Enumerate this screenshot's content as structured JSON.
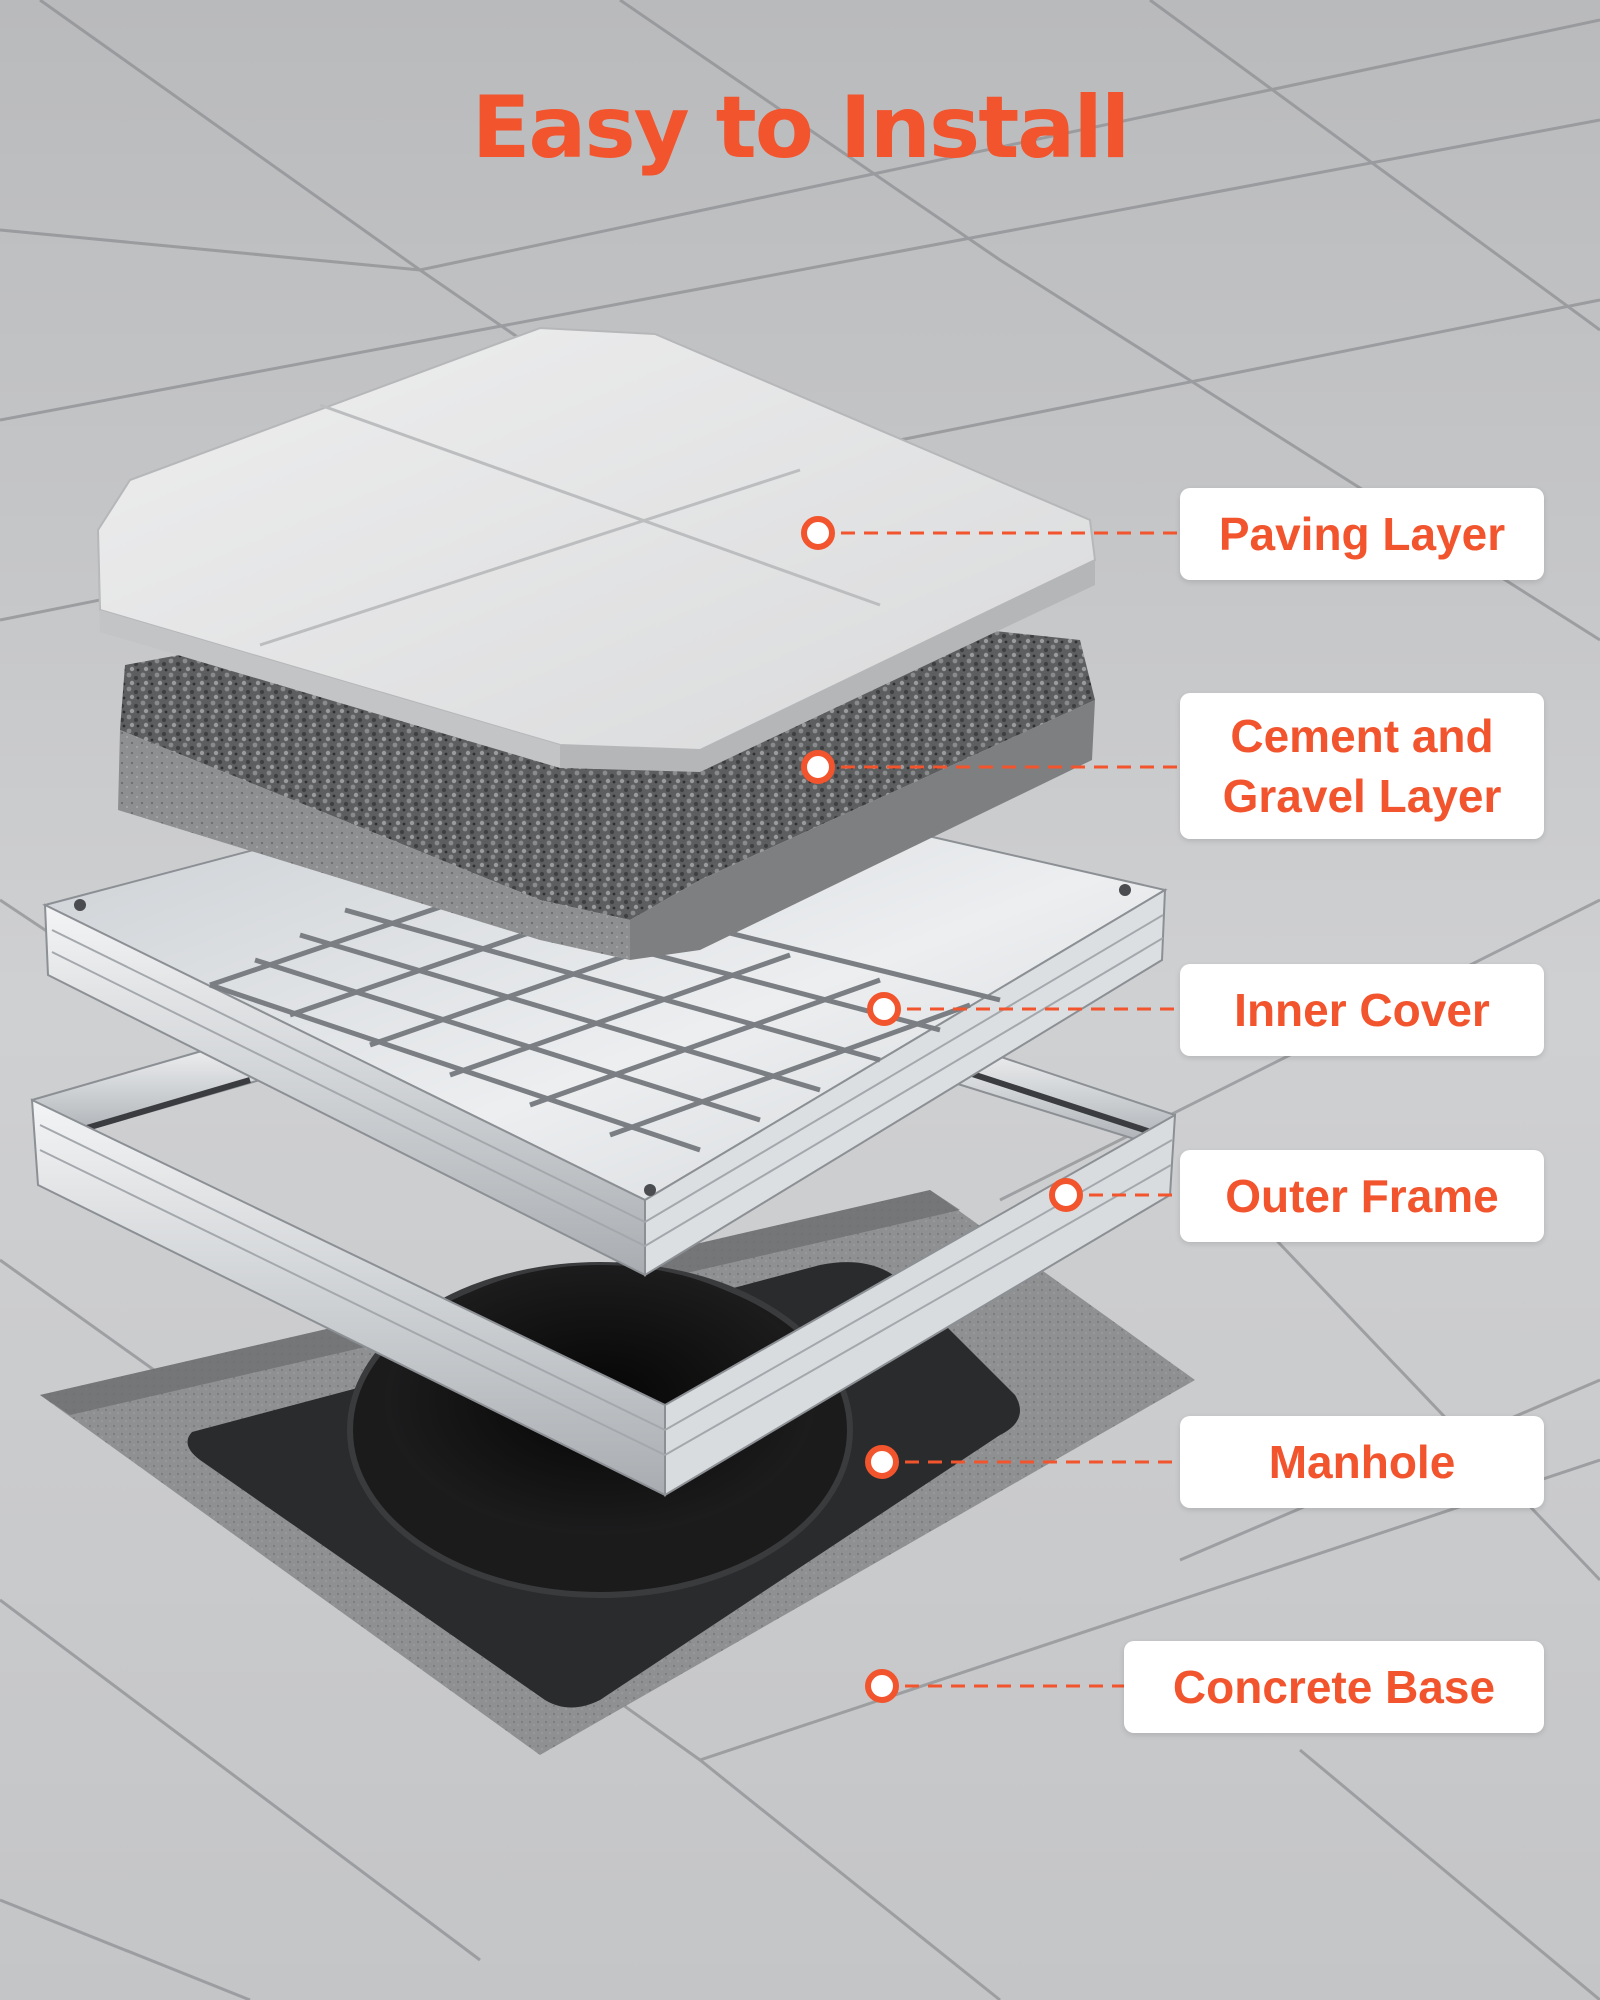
{
  "title": "Easy to Install",
  "colors": {
    "accent": "#f2542d",
    "label_background": "#ffffff",
    "tile": "#d3d4d6",
    "aluminum": "#e4e6e8",
    "gravel": "#5b5c5e",
    "manhole": "#262728"
  },
  "layers": [
    {
      "id": "paving",
      "label": "Paving Layer"
    },
    {
      "id": "gravel",
      "label_lines": [
        "Cement and",
        "Gravel Layer"
      ]
    },
    {
      "id": "inner-cover",
      "label": "Inner Cover"
    },
    {
      "id": "outer-frame",
      "label": "Outer Frame"
    },
    {
      "id": "manhole",
      "label": "Manhole"
    },
    {
      "id": "concrete-base",
      "label": "Concrete Base"
    }
  ]
}
